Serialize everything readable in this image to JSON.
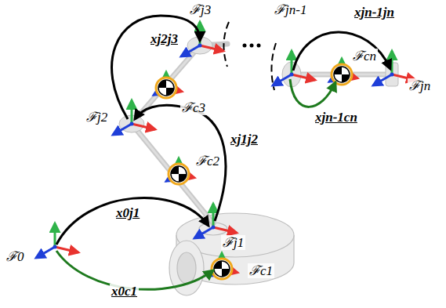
{
  "diagram": {
    "labels": [
      "ℱ0",
      "ℱj1",
      "ℱc1",
      "ℱc2",
      "ℱj2",
      "ℱc3",
      "ℱj3",
      "ℱjn-1",
      "ℱcn",
      "ℱjn",
      "x0j1",
      "x0c1",
      "xj1j2",
      "xj2j3",
      "xjn-1jn",
      "xjn-1cn"
    ]
  }
}
